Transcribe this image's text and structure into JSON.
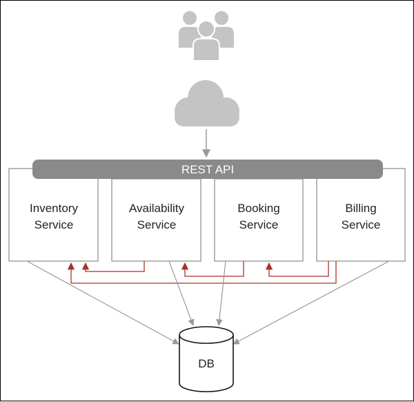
{
  "diagram": {
    "api_label": "REST API",
    "services": [
      {
        "line1": "Inventory",
        "line2": "Service"
      },
      {
        "line1": "Availability",
        "line2": "Service"
      },
      {
        "line1": "Booking",
        "line2": "Service"
      },
      {
        "line1": "Billing",
        "line2": "Service"
      }
    ],
    "database_label": "DB",
    "icons": [
      "users-icon",
      "cloud-icon"
    ],
    "colors": {
      "icon_gray": "#c4c4c4",
      "api_bar": "#8a8a8a",
      "box_border": "#8a8a8a",
      "arrow_gray": "#999999",
      "arrow_red": "#a93226"
    }
  }
}
